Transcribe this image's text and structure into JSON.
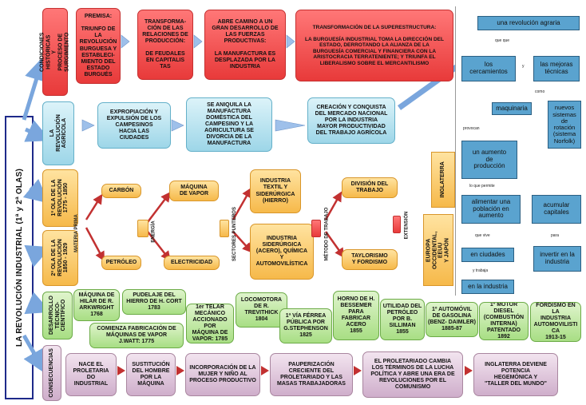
{
  "main_title": "LA REVOLUCIÓN INDUSTRIAL (1ª y 2ª OLAS)",
  "rows": {
    "condiciones": {
      "label": "CONDICIONES HISTÓRICAS Y\nPROCESO DE SURGIMIENTO",
      "premisa": "PREMISA:\n\nTRIUNFO DE LA\nREVOLUCIÓN\nBURGUESA Y\nESTABLECI-\nMIENTO DEL\nESTADO\nBURGUÉS",
      "transformacion": "TRANSFORMA-\nCIÓN DE LAS\nRELACIONES DE\nPRODUCCIÓN:\n\nDE FEUDALES\nEN CAPITALIS\nTAS",
      "fuerzas": "ABRE CAMINO A UN\nGRAN DESARROLLO DE\nLAS FUERZAS\nPRODUCTIVAS:\n\nLA MANUFACTURA ES\nDESPLAZADA POR LA\nINDUSTRIA",
      "superestructura": "TRANSFORMACIÓN DE LA SUPERESTRUCTURA:\n\nLA BURGUESÍA INDUSTRIAL TOMA LA DIRECCIÓN DEL\nESTADO, DERROTANDO LA ALIANZA DE LA\nBURGUESÍA COMERCIAL Y FINANCIERA CON LA\nARISTOCRACIA TERRATENIENTE; Y TRIUNFA EL\nLIBERALISMO SOBRE EL MERCANTILISMO"
    },
    "agricola": {
      "label": "LA REVOLUCIÓN\nAGRÍCOLA",
      "expropiacion": "EXPROPIACIÓN Y\nEXPULSIÓN DE LOS\nCAMPESINOS\nHACIA LAS\nCIUDADES",
      "aniquila": "SE ANIQUILA LA\nMANUFACTURA\nDOMÉSTICA DEL\nCAMPESINO Y LA\nAGRICULTURA SE\nDIVORCIA DE LA\nMANUFACTURA",
      "mercado": "CREACIÓN Y CONQUISTA\nDEL MERCADO NACIONAL\nPOR LA INDUSTRIA\nMAYOR PRODUCTIVIDAD\nDEL TRABAJO AGRÍCOLA"
    },
    "olas": {
      "ola1": "1ª OLA DE LA\nREVOLUCIÓN\n1775 - 1850",
      "ola2": "2ª OLA DE LA\nREVOLUCIÓN\n1850 - 1929",
      "materia_prima": "MATERIA PRIMA",
      "energia": "ENERGÍA",
      "sectores": "SECTORES PUNTEROS",
      "metodo": "MÉTODO DE TRABAJO",
      "extension": "EXTENSIÓN",
      "carbon": "CARBÓN",
      "petroleo": "PETRÓLEO",
      "maquina_vapor": "MÁQUINA\nDE VAPOR",
      "electricidad": "ELECTRICIDAD",
      "textil": "INDUSTRIA\nTEXTIL Y\nSIDERÚRGICA\n(HIERRO)",
      "siderurgica": "INDUSTRIA\nSIDERÚRGICA\n(ACERO), QUÍMICA\nY\nAUTOMOVILÍSTICA",
      "division": "DIVISIÓN DEL\nTRABAJO",
      "taylorismo": "TAYLORISMO\nY FORDISMO",
      "inglaterra": "INGLATERRA",
      "europa": "EUROPA\nOCCIDENTAL, EEUU\nY JAPÓN"
    },
    "desarrollo": {
      "label": "DESARROLLO\nTÉCNICO-\nCIENTÍFICO",
      "items": [
        "MÁQUINA DE\nHILAR DE R.\nARKWRIGHT\n1768",
        "PUDELAJE DEL\nHIERRO DE H. CORT\n1783",
        "COMIENZA FABRICACIÓN DE\nMÁQUINAS DE VAPOR\nJ.WATT: 1775",
        "1er TELAR\nMECÁNICO\nACCIONADO POR\nMÁQUINA DE\nVAPOR: 1785",
        "LOCOMOTORA\nDE R.\nTREVITHICK\n1804",
        "1ª VÍA FÉRREA\nPÚBLICA POR\nG.STEPHENSON\n1825",
        "HORNO DE H.\nBESSEMER\nPARA\nFABRICAR\nACERO\n1855",
        "UTILIDAD DEL\nPETRÓLEO\nPOR B.\nSILLIMAN\n1855",
        "1º AUTOMÓVIL\nDE GASOLINA\n(BENZ- DAIMLER)\n1885-87",
        "1º MOTOR DIESEL\n(COMBUSTIÓN\nINTERNA)\nPATENTADO\n1892",
        "FORDISMO EN LA\nINDUSTRIA\nAUTOMOVILISTI\nCA\n1913-15"
      ]
    },
    "consecuencias": {
      "label": "CONSECUENCIAS",
      "items": [
        "NACE EL\nPROLETARIA\nDO\nINDUSTRIAL",
        "SUSTITUCIÓN\nDEL HOMBRE\nPOR LA\nMÁQUINA",
        "INCORPORACIÓN DE LA\nMUJER Y NIÑO AL\nPROCESO PRODUCTIVO",
        "PAUPERIZACIÓN\nCRECIENTE DEL\nPROLETARIADO Y LAS\nMASAS TRABAJADORAS",
        "EL PROLETARIADO CAMBIA\nLOS TÉRMINOS DE LA LUCHA\nPOLÍTICA Y ABRE UNA ERA DE\nREVOLUCIONES POR EL\nCOMUNISMO",
        "INGLATERRA DEVIENE\nPOTENCIA\nHEGEMÓNICA Y\n\"TALLER DEL MUNDO\""
      ]
    }
  },
  "inset": {
    "nodes": {
      "agraria": "una revolución agraria",
      "cercamientos": "los\ncercamientos",
      "mejoras": "las mejoras\ntécnicas",
      "maquinaria": "maquinaria",
      "rotacion": "nuevos\nsistemas de\nrotación\n(sistema\nNorfolk)",
      "aumento": "un aumento\nde\nproducción",
      "alimentar": "alimentar una\npoblación en\naumento",
      "acumular": "acumular\ncapitales",
      "ciudades": "en ciudades",
      "industria_left": "en la industria",
      "invertir": "invertir en la\nindustria"
    },
    "links": {
      "que_que": "que que",
      "y": "y",
      "como": "como",
      "provocan": "provocan",
      "lo_que_permite": "lo que permite",
      "que_vive": "que vive",
      "y_trabaja": "y trabaja",
      "para": "para"
    }
  }
}
